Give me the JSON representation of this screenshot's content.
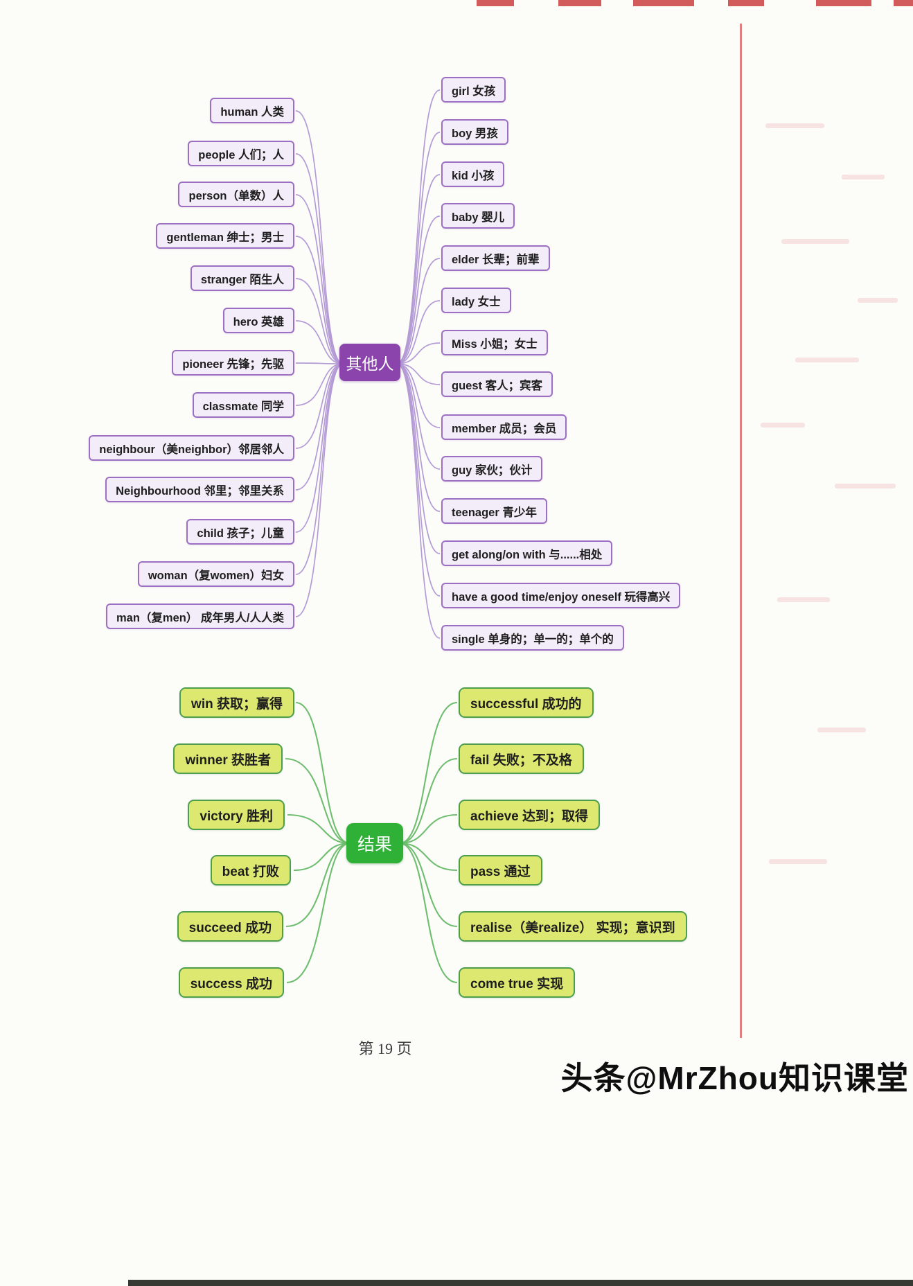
{
  "page": {
    "footer": "第 19 页",
    "watermark": "头条@MrZhou知识课堂"
  },
  "colors": {
    "purple_hub": "#8a44ab",
    "purple_border": "#9d6fc3",
    "purple_line": "#b49bd6",
    "green_hub": "#2fb138",
    "green_node_bg": "#dce86f",
    "green_border": "#4d9e4d",
    "scan_mark_red": "#cc4444"
  },
  "clusters": [
    {
      "id": "other-people",
      "center": "其他人",
      "left": [
        "human 人类",
        "people 人们；人",
        "person（单数）人",
        "gentleman 绅士；男士",
        "stranger 陌生人",
        "hero 英雄",
        "pioneer 先锋；先驱",
        "classmate 同学",
        "neighbour（美neighbor）邻居邻人",
        "Neighbourhood 邻里；邻里关系",
        "child 孩子；儿童",
        "woman（复women）妇女",
        "man（复men） 成年男人/人人类"
      ],
      "right": [
        "girl 女孩",
        "boy 男孩",
        "kid 小孩",
        "baby 婴儿",
        "elder 长辈；前辈",
        "lady 女士",
        "Miss 小姐；女士",
        "guest 客人；宾客",
        "member 成员；会员",
        "guy 家伙；伙计",
        "teenager 青少年",
        "get along/on with 与......相处",
        "have a good time/enjoy oneself 玩得高兴",
        "single 单身的；单一的；单个的"
      ]
    },
    {
      "id": "result",
      "center": "结果",
      "left": [
        "win 获取；赢得",
        "winner 获胜者",
        "victory 胜利",
        "beat 打败",
        "succeed 成功",
        "success 成功"
      ],
      "right": [
        "successful 成功的",
        "fail 失败；不及格",
        "achieve 达到；取得",
        "pass 通过",
        "realise（美realize） 实现；意识到",
        "come true 实现"
      ]
    }
  ]
}
